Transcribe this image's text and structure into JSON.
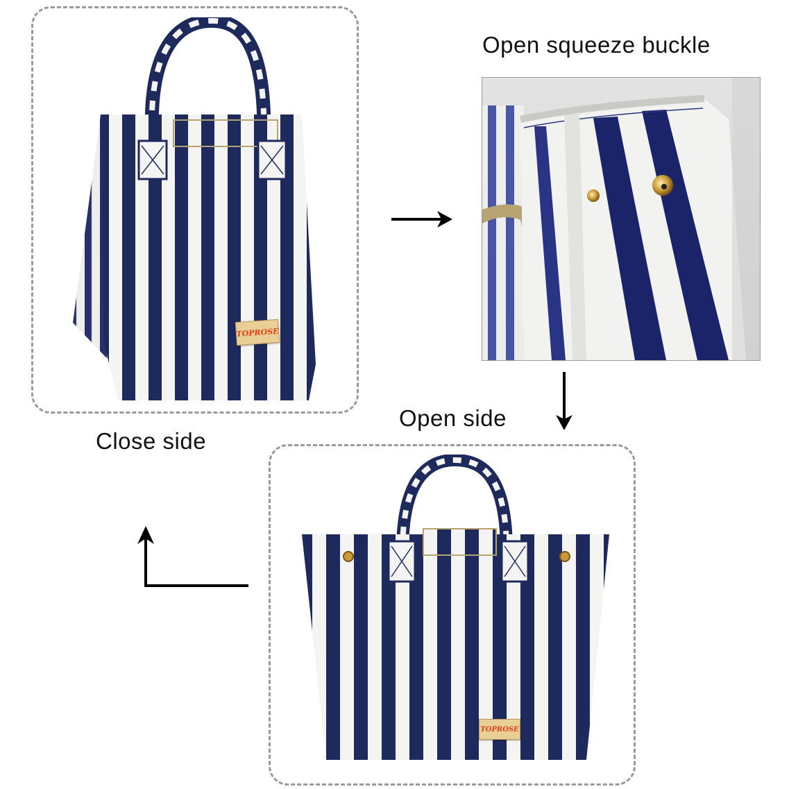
{
  "labels": {
    "open_squeeze_buckle": "Open squeeze buckle",
    "open_side": "Open side",
    "close_side": "Close side"
  },
  "panels": {
    "close_side_image": {
      "description": "Navy and white striped lunch tote bag, closed",
      "brand_tag": "TOPROSE"
    },
    "buckle_closeup_image": {
      "description": "Close-up of gold snap buckle on striped fabric"
    },
    "open_side_image": {
      "description": "Navy and white striped lunch tote bag, opened flat",
      "brand_tag": "TOPROSE"
    }
  },
  "arrows": [
    {
      "id": "arrow-close-to-buckle",
      "direction": "right"
    },
    {
      "id": "arrow-buckle-to-open",
      "direction": "down"
    },
    {
      "id": "arrow-open-to-close",
      "direction": "left-then-up"
    }
  ],
  "colors": {
    "navy_stripe": "#1f2a5c",
    "white_stripe": "#f4f4f2",
    "dashed_border": "#9a9a9a",
    "tag_background": "#e9cf96",
    "tag_text": "#e2401a",
    "brass": "#c89a3a"
  }
}
